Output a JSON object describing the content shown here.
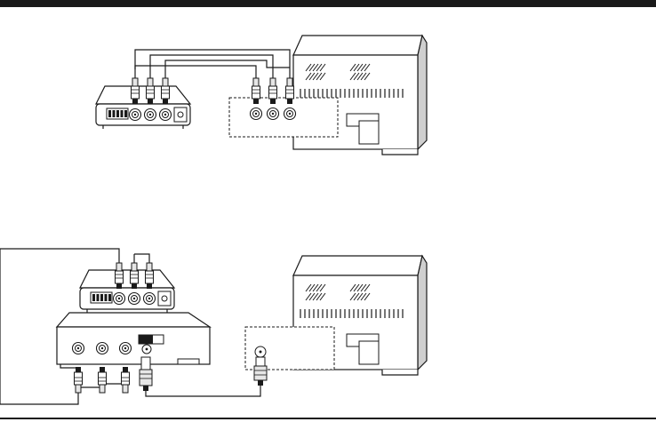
{
  "diagrams": [
    {
      "id": "direct-tv-connection",
      "devices": [
        "converter-box",
        "television"
      ],
      "cables": [
        "rca-video",
        "rca-audio-left",
        "rca-audio-right"
      ]
    },
    {
      "id": "vcr-rf-connection",
      "devices": [
        "converter-box",
        "vcr",
        "television"
      ],
      "cables": [
        "rca-video",
        "rca-audio-left",
        "rca-audio-right",
        "rf-coax"
      ]
    }
  ],
  "colors": {
    "line": "#1a1a1a",
    "device_fill": "#ffffff",
    "tv_shade": "#cfcfcf",
    "plug_fill": "#e6e6e6",
    "rule": "#1a1a1a"
  }
}
